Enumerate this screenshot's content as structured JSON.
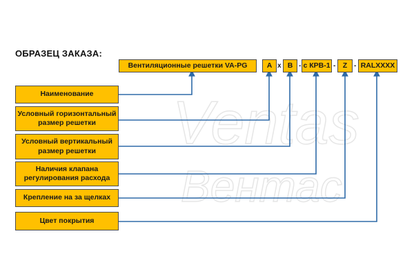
{
  "title": "ОБРАЗЕЦ ЗАКАЗА:",
  "code": {
    "name": "Вентиляционные решетки VA-PG",
    "a": "A",
    "x_sep": "x",
    "b": "B",
    "dash1": "-",
    "valve": "с КРВ-1",
    "dash2": "-",
    "z": "Z",
    "dash3": "-",
    "ral": "RALXXXX"
  },
  "labels": {
    "name": "Наименование",
    "horizontal_line1": "Условный горизонтальный",
    "horizontal_line2": "размер решетки",
    "vertical_line1": "Условный вертикальный",
    "vertical_line2": "размер решетки",
    "valve_line1": "Наличия клапана",
    "valve_line2": "регулирования  расхода",
    "mount": "Крепление на за щелках",
    "color": "Цвет покрытия"
  },
  "watermark": {
    "line1": "Ventas",
    "line2": "Вентас"
  },
  "colors": {
    "box_fill": "#ffc000",
    "box_border": "#4d4d4d",
    "connector": "#2e6aa8"
  }
}
